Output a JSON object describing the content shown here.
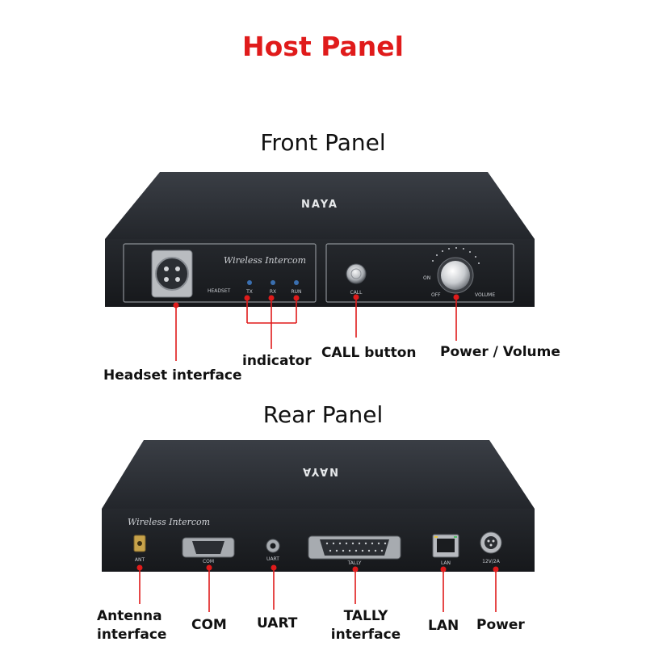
{
  "title": "Host Panel",
  "front": {
    "heading": "Front Panel",
    "device_label": "Wireless Intercom",
    "brand": "NAYA",
    "port_labels": {
      "headset": "HEADSET",
      "tx": "TX",
      "rx": "RX",
      "run": "RUN",
      "call": "CALL",
      "on": "ON",
      "off": "OFF",
      "volume": "VOLUME"
    },
    "callouts": {
      "headset": "Headset interface",
      "indicator": "indicator",
      "call": "CALL button",
      "power_volume": "Power / Volume"
    }
  },
  "rear": {
    "heading": "Rear Panel",
    "device_label": "Wireless Intercom",
    "brand": "NAYA",
    "port_labels": {
      "ant": "ANT",
      "com": "COM",
      "uart": "UART",
      "tally": "TALLY",
      "lan": "LAN",
      "power": "12V/2A"
    },
    "callouts": {
      "antenna": "Antenna interface",
      "com": "COM",
      "uart": "UART",
      "tally": "TALLY interface",
      "lan": "LAN",
      "power": "Power"
    }
  },
  "colors": {
    "accent": "#e01b1b",
    "device_body": "#2a2d33",
    "device_face": "#1b1d21",
    "callout_line": "#e01b1b"
  }
}
